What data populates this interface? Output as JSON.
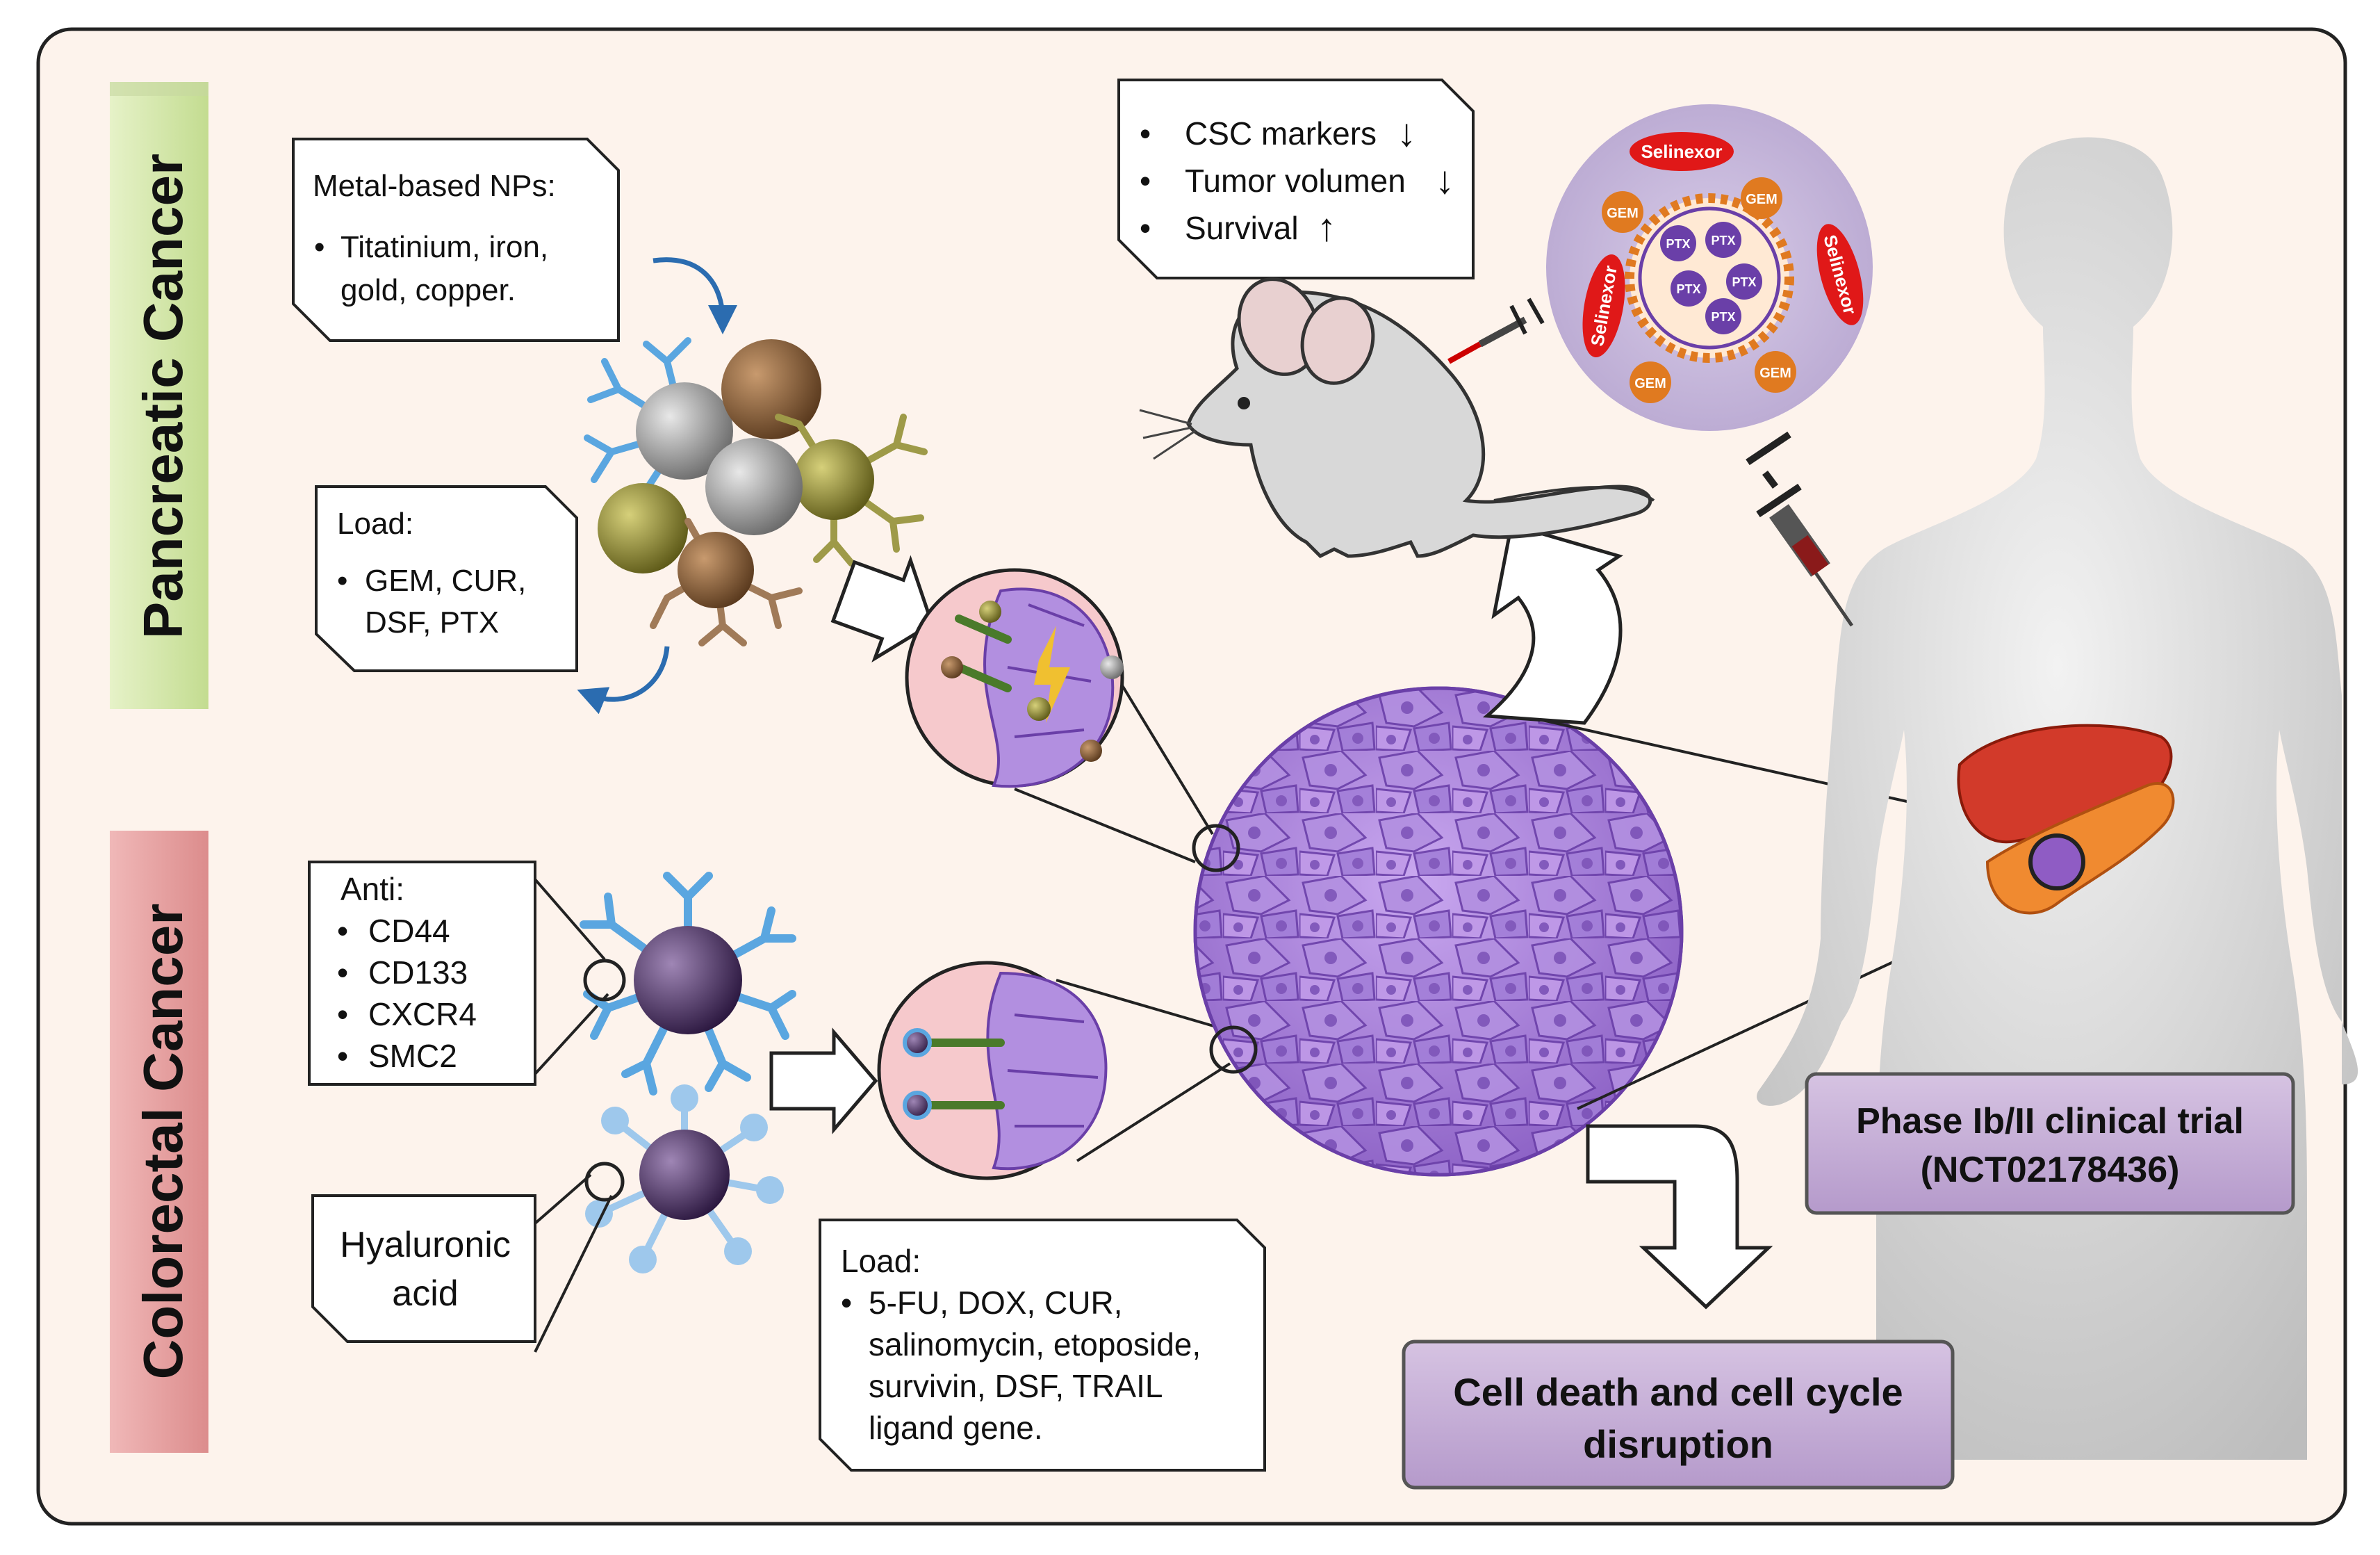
{
  "side_labels": {
    "pancreatic": "Pancreatic Cancer",
    "colorectal": "Colorectal Cancer"
  },
  "metal_box": {
    "title": "Metal-based NPs:",
    "bullet": "•",
    "line1": "Titatinium, iron,",
    "line2": "gold, copper."
  },
  "load_pancreatic": {
    "title": "Load:",
    "bullet": "•",
    "line1": "GEM, CUR,",
    "line2": "DSF, PTX"
  },
  "outcomes_box": {
    "bullet": "•",
    "items": [
      {
        "text": "CSC markers",
        "arrow": "↓"
      },
      {
        "text": "Tumor volumen",
        "arrow": "↓"
      },
      {
        "text": "Survival",
        "arrow": "↑"
      }
    ]
  },
  "nanoparticle_inset": {
    "selinexor": "Selinexor",
    "gem": "GEM",
    "ptx": "PTX"
  },
  "anti_box": {
    "title": "Anti:",
    "bullet": "•",
    "items": [
      "CD44",
      "CD133",
      "CXCR4",
      "SMC2"
    ]
  },
  "hyaluronic_box": {
    "line1": "Hyaluronic",
    "line2": "acid"
  },
  "load_colorectal": {
    "title": "Load:",
    "bullet": "•",
    "line1": "5-FU, DOX, CUR,",
    "line2": "salinomycin, etoposide,",
    "line3": "survivin, DSF, TRAIL",
    "line4": "ligand gene."
  },
  "clinical_trial": {
    "line1": "Phase Ib/II clinical trial",
    "line2": "(NCT02178436)"
  },
  "cell_death": {
    "line1": "Cell death and cell cycle",
    "line2": "disruption"
  },
  "colors": {
    "background": "#fdf3ec",
    "pancreatic_tag": "#d6e8b0",
    "colorectal_tag": "#e8a2a2",
    "purple_box": "#c7b1d6",
    "tumor_cell": "#a886d6"
  }
}
